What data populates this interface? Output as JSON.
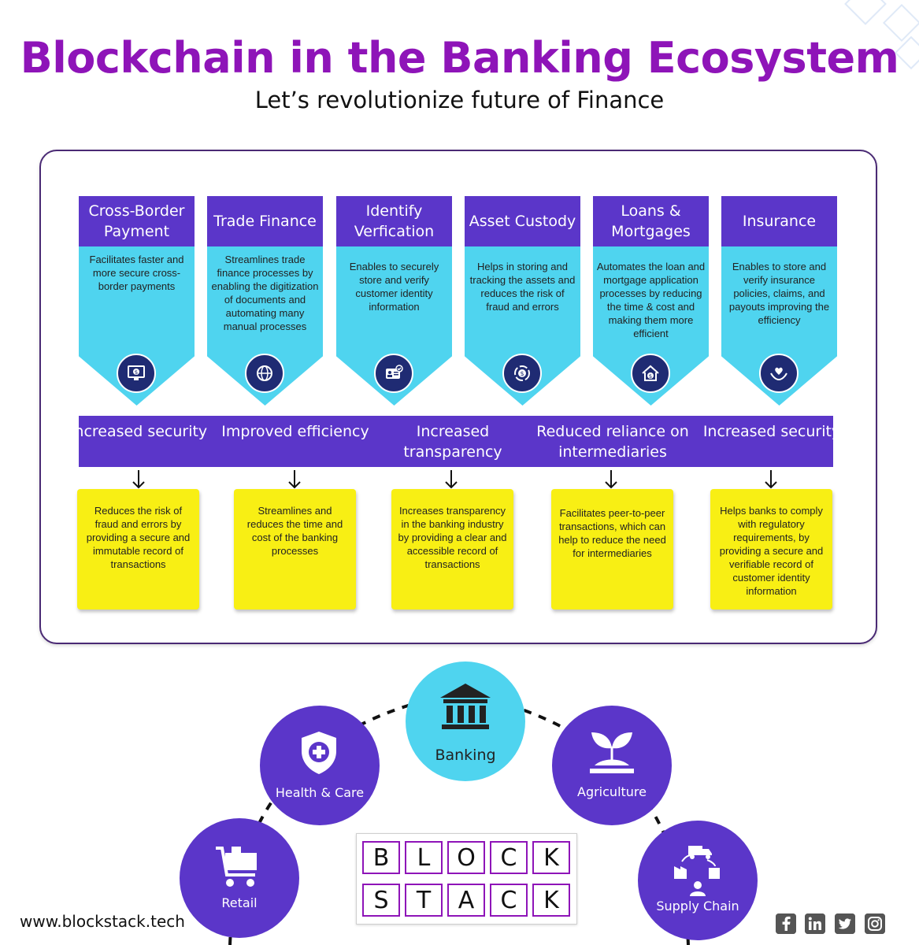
{
  "colors": {
    "title": "#8e14b8",
    "card_header": "#5b36c9",
    "card_body": "#4fd4ef",
    "icon_bg": "#1f2b73",
    "note": "#f8ef14",
    "circle_purple": "#5b36c9",
    "circle_banking": "#4fd4ef"
  },
  "header": {
    "title": "Blockchain in the Banking Ecosystem",
    "subtitle": "Let’s revolutionize future of Finance"
  },
  "use_cases": [
    {
      "title": "Cross-Border Payment",
      "description": "Facilitates faster and more secure cross-border payments",
      "icon": "dollar-monitor-icon"
    },
    {
      "title": "Trade Finance",
      "description": "Streamlines trade finance processes by enabling the digitization of documents and automating many manual processes",
      "icon": "global-exchange-icon"
    },
    {
      "title": "Identify Verfication",
      "description": "Enables to securely store and verify customer identity information",
      "icon": "id-card-check-icon"
    },
    {
      "title": "Asset Custody",
      "description": "Helps in storing and tracking the assets and reduces the risk of fraud and errors",
      "icon": "dollar-cycle-icon"
    },
    {
      "title": "Loans & Mortgages",
      "description": "Automates the loan and mortgage application processes by reducing the time & cost and making them more efficient",
      "icon": "house-dollar-icon"
    },
    {
      "title": "Insurance",
      "description": "Enables to store and verify insurance policies, claims, and payouts improving the efficiency",
      "icon": "hands-heart-icon"
    }
  ],
  "benefits": [
    {
      "label": "Increased security",
      "note": "Reduces the risk of fraud and errors by providing a secure and immutable record of transactions"
    },
    {
      "label": "Improved efficiency",
      "note": "Streamlines and reduces the time and cost of the banking processes"
    },
    {
      "label": "Increased transparency",
      "note": "Increases transparency in the banking industry by providing a clear and accessible record of transactions"
    },
    {
      "label": "Reduced reliance on intermediaries",
      "note": "Facilitates peer-to-peer transactions, which can help to reduce the need for intermediaries"
    },
    {
      "label": "Increased security",
      "note": "Helps banks to comply with regulatory requirements, by providing a secure and verifiable record of customer identity information"
    }
  ],
  "ecosystem": {
    "banking": "Banking",
    "health": "Health & Care",
    "agriculture": "Agriculture",
    "retail": "Retail",
    "supply_chain": "Supply Chain"
  },
  "logo_letters": [
    "B",
    "L",
    "O",
    "C",
    "K",
    "S",
    "T",
    "A",
    "C",
    "K"
  ],
  "footer": {
    "url": "www.blockstack.tech",
    "social": [
      "facebook-icon",
      "linkedin-icon",
      "twitter-icon",
      "instagram-icon"
    ]
  }
}
